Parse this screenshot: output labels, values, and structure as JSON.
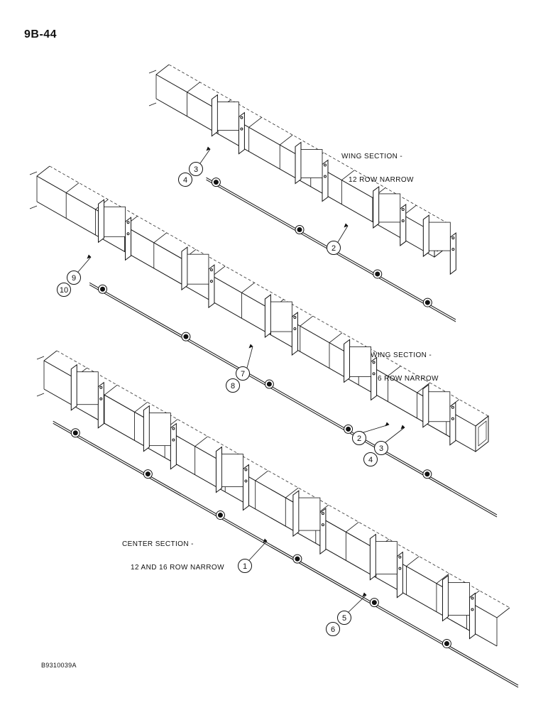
{
  "page_number": "9B-44",
  "figure_code": "B9310039A",
  "sections": [
    {
      "line1": "WING SECTION -",
      "line2": "12 ROW NARROW"
    },
    {
      "line1": "WING SECTION -",
      "line2": "16 ROW NARROW"
    },
    {
      "line1": "CENTER SECTION -",
      "line2": "12 AND 16 ROW NARROW"
    }
  ],
  "callouts": [
    "3",
    "4",
    "2",
    "9",
    "10",
    "7",
    "8",
    "2",
    "3",
    "4",
    "1",
    "5",
    "6"
  ],
  "colors": {
    "ink": "#111111",
    "paper": "#ffffff"
  }
}
